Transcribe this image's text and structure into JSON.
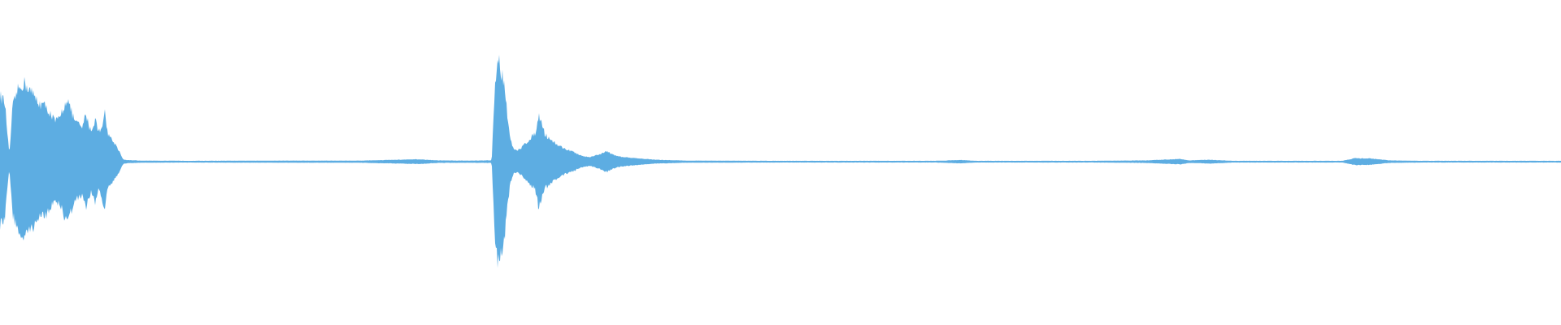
{
  "waveform": {
    "color": "#5dade2",
    "background": "#ffffff",
    "amplitude_envelope": [
      [
        0.0,
        0.62
      ],
      [
        0.003,
        0.56
      ],
      [
        0.006,
        0.06
      ],
      [
        0.008,
        0.5
      ],
      [
        0.011,
        0.66
      ],
      [
        0.015,
        0.74
      ],
      [
        0.018,
        0.7
      ],
      [
        0.021,
        0.63
      ],
      [
        0.025,
        0.55
      ],
      [
        0.029,
        0.52
      ],
      [
        0.032,
        0.46
      ],
      [
        0.035,
        0.38
      ],
      [
        0.038,
        0.4
      ],
      [
        0.04,
        0.48
      ],
      [
        0.043,
        0.6
      ],
      [
        0.045,
        0.5
      ],
      [
        0.048,
        0.38
      ],
      [
        0.051,
        0.34
      ],
      [
        0.053,
        0.32
      ],
      [
        0.055,
        0.46
      ],
      [
        0.057,
        0.33
      ],
      [
        0.059,
        0.29
      ],
      [
        0.061,
        0.41
      ],
      [
        0.063,
        0.28
      ],
      [
        0.065,
        0.32
      ],
      [
        0.067,
        0.47
      ],
      [
        0.069,
        0.27
      ],
      [
        0.071,
        0.22
      ],
      [
        0.073,
        0.18
      ],
      [
        0.075,
        0.14
      ],
      [
        0.077,
        0.08
      ],
      [
        0.079,
        0.02
      ],
      [
        0.081,
        0.015
      ],
      [
        0.09,
        0.01
      ],
      [
        0.12,
        0.008
      ],
      [
        0.18,
        0.01
      ],
      [
        0.23,
        0.01
      ],
      [
        0.255,
        0.018
      ],
      [
        0.268,
        0.022
      ],
      [
        0.28,
        0.012
      ],
      [
        0.3,
        0.01
      ],
      [
        0.315,
        0.012
      ],
      [
        0.317,
        0.7
      ],
      [
        0.319,
        0.98
      ],
      [
        0.321,
        0.85
      ],
      [
        0.323,
        0.76
      ],
      [
        0.325,
        0.45
      ],
      [
        0.327,
        0.2
      ],
      [
        0.329,
        0.12
      ],
      [
        0.331,
        0.1
      ],
      [
        0.334,
        0.13
      ],
      [
        0.337,
        0.18
      ],
      [
        0.34,
        0.22
      ],
      [
        0.343,
        0.27
      ],
      [
        0.345,
        0.45
      ],
      [
        0.347,
        0.36
      ],
      [
        0.349,
        0.26
      ],
      [
        0.352,
        0.22
      ],
      [
        0.355,
        0.18
      ],
      [
        0.358,
        0.15
      ],
      [
        0.362,
        0.12
      ],
      [
        0.366,
        0.1
      ],
      [
        0.37,
        0.07
      ],
      [
        0.374,
        0.05
      ],
      [
        0.378,
        0.04
      ],
      [
        0.382,
        0.06
      ],
      [
        0.386,
        0.08
      ],
      [
        0.389,
        0.1
      ],
      [
        0.392,
        0.07
      ],
      [
        0.396,
        0.05
      ],
      [
        0.402,
        0.04
      ],
      [
        0.41,
        0.03
      ],
      [
        0.42,
        0.018
      ],
      [
        0.44,
        0.01
      ],
      [
        0.5,
        0.008
      ],
      [
        0.6,
        0.008
      ],
      [
        0.615,
        0.016
      ],
      [
        0.625,
        0.008
      ],
      [
        0.7,
        0.008
      ],
      [
        0.735,
        0.012
      ],
      [
        0.756,
        0.026
      ],
      [
        0.762,
        0.012
      ],
      [
        0.775,
        0.018
      ],
      [
        0.79,
        0.008
      ],
      [
        0.86,
        0.008
      ],
      [
        0.868,
        0.032
      ],
      [
        0.878,
        0.03
      ],
      [
        0.89,
        0.012
      ],
      [
        0.91,
        0.008
      ],
      [
        1.0,
        0.008
      ]
    ]
  }
}
